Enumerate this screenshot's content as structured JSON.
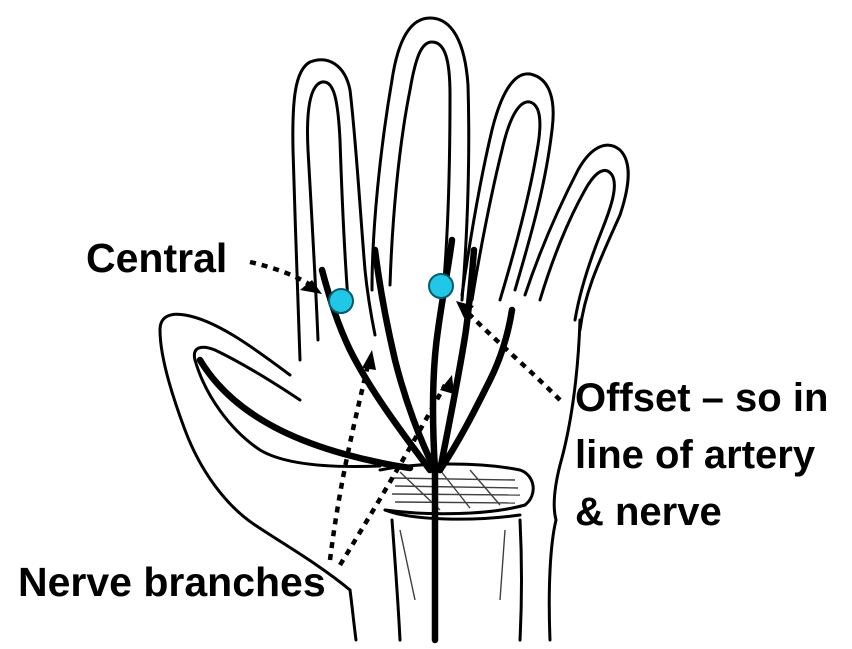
{
  "labels": {
    "central": "Central",
    "offset_line1": "Offset – so in",
    "offset_line2": "line of artery",
    "offset_line3": "& nerve",
    "nerve_branches": "Nerve branches"
  },
  "colors": {
    "marker": "#1ec8e6",
    "ink": "#000000"
  }
}
